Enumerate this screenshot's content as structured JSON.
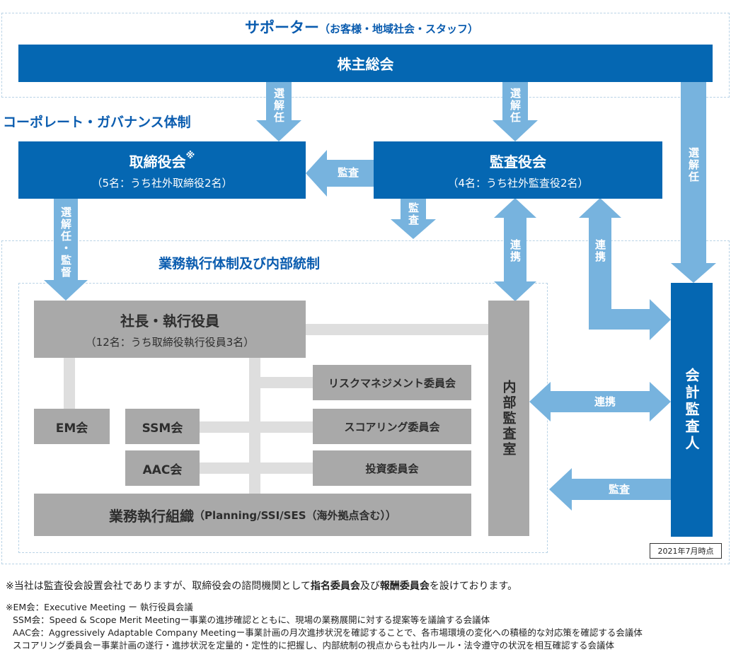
{
  "titles": {
    "supporter": "サポーター",
    "supporter_sub": "（お客様・地域社会・スタッフ）",
    "governance": "コーポレート・ガバナンス体制",
    "execution": "業務執行体制及び内部統制"
  },
  "boxes": {
    "shareholders": "株主総会",
    "board": "取締役会",
    "board_mark": "※",
    "board_sub": "（5名：うち社外取締役2名）",
    "auditors": "監査役会",
    "auditors_sub": "（4名：うち社外監査役2名）",
    "accounting_auditor": "会計監査人",
    "president": "社長・執行役員",
    "president_sub": "（12名：うち取締役執行役員3名）",
    "em": "EM会",
    "ssm": "SSM会",
    "aac": "AAC会",
    "risk": "リスクマネジメント委員会",
    "scoring": "スコアリング委員会",
    "investment": "投資委員会",
    "org_main": "業務執行組織",
    "org_sub": "（Planning/SSI/SES（海外拠点含む））",
    "internal_audit": "内部監査室"
  },
  "arrows": {
    "elect1": "選解任",
    "elect2": "選解任",
    "elect3": "選解任",
    "elect_supervise": "選解任・監督",
    "audit_board": "監査",
    "audit_down": "監査",
    "audit_ia": "監査",
    "link1": "連携",
    "link2": "連携",
    "link3": "連携"
  },
  "date": "2021年7月時点",
  "notes": {
    "line1_a": "※当社は監査役会設置会社でありますが、取締役会の諮問機関として",
    "line1_b": "指名委員会",
    "line1_c": "及び",
    "line1_d": "報酬委員会",
    "line1_e": "を設けております。",
    "line2": "※EM会：Executive Meeting ー 執行役員会議",
    "line3": "SSM会：Speed & Scope Merit Meetingー事業の進捗確認とともに、現場の業務展開に対する提案等を議論する会議体",
    "line4": "AAC会：Aggressively Adaptable Company Meetingー事業計画の月次進捗状況を確認することで、各市場環境の変化への積極的な対応策を確認する会議体",
    "line5": "スコアリング委員会ー事業計画の遂行・進捗状況を定量的・定性的に把握し、内部統制の視点からも社内ルール・法令遵守の状況を相互確認する会議体"
  },
  "colors": {
    "primary_blue": "#0567b2",
    "arrow_blue": "#77b3de",
    "box_gray": "#a9a9a9",
    "line_gray": "#dedede"
  }
}
